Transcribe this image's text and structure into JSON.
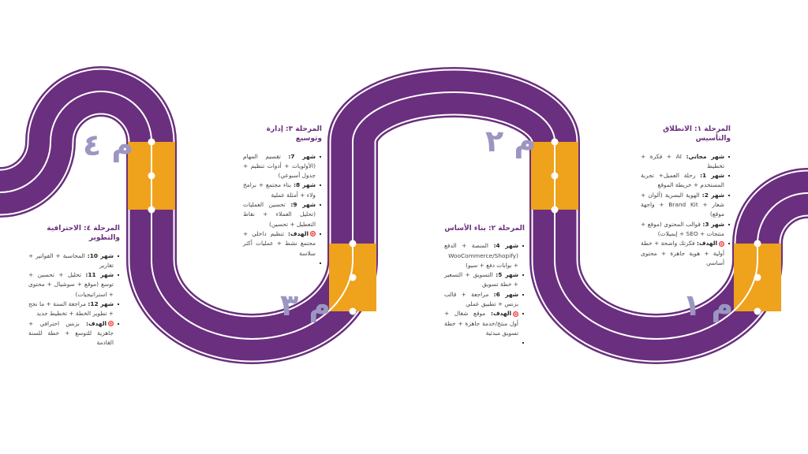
{
  "milestones": {
    "m1": "م ١",
    "m2": "م ٢",
    "m3": "م ٣",
    "m4": "م ٤"
  },
  "colors": {
    "road": "#6a2f7e",
    "highlight": "#efa21c",
    "label": "#9b96c2"
  },
  "phases": [
    {
      "title": "المرحلة ١: الانطلاق والتأسيس",
      "items": [
        {
          "bold": "شهر مجاني:",
          "text": " AI + فكرة + تخطيط"
        },
        {
          "bold": "شهر 1:",
          "text": " رحلة العميل+ تجربة المستخدم + خريطة الموقع"
        },
        {
          "bold": "شهر 2:",
          "text": " الهوية البصرية (ألوان + شعار + Brand Kit + واجهة موقع)"
        },
        {
          "bold": "شهر 3:",
          "text": " قوالب المحتوى (موقع + منتجات + SEO + إيميلات)"
        },
        {
          "bold": "الهدف:",
          "text": " فكرتك واضحة + خطة أولية + هوية جاهزة + محتوى أساسي",
          "target": true
        }
      ]
    },
    {
      "title": "المرحلة ٢: بناء الأساس",
      "items": [
        {
          "bold": "شهر 4:",
          "text": " المنصة + الدفع (WooCommerce/Shopify + بوابات دفع + سيو)"
        },
        {
          "bold": "شهر 5:",
          "text": " التسويق + التسعير + خطة تسويق"
        },
        {
          "bold": "شهر 6:",
          "text": " مراجعة + قالب بزنس + تطبيق عملي"
        },
        {
          "bold": "الهدف:",
          "text": " موقع شغال + أول منتج/خدمة جاهزة + خطة تسويق مبدئية",
          "target": true
        },
        {
          "bold": "",
          "text": ""
        }
      ]
    },
    {
      "title": "المرحلة ٣: إدارة وتوسيع",
      "items": [
        {
          "bold": "شهر 7:",
          "text": " تقسيم المهام (الأولويات + أدوات تنظيم + جدول أسبوعي)"
        },
        {
          "bold": "شهر 8:",
          "text": " بناء مجتمع + برامج ولاء + أمثلة عملية"
        },
        {
          "bold": "شهر 9:",
          "text": " تحسين العمليات (تحليل العملاء + نقاط التعطيل + تحسين)"
        },
        {
          "bold": "الهدف:",
          "text": " تنظيم داخلي + مجتمع نشط + عمليات أكثر سلاسة",
          "target": true
        },
        {
          "bold": "",
          "text": ""
        }
      ]
    },
    {
      "title": "المرحلة ٤: الاحترافية والتطوير",
      "items": [
        {
          "bold": "شهر 10:",
          "text": " المحاسبة + الفواتير + تقارير"
        },
        {
          "bold": "شهر 11:",
          "text": " تحليل + تحسين + توسع (موقع + سوشيال + محتوى + استراتيجيات)"
        },
        {
          "bold": "شهر 12:",
          "text": " مراجعة السنة + ما نجح + تطوير الخطة + تخطيط جديد"
        },
        {
          "bold": "الهدف:",
          "text": " بزنس احترافي + جاهزية للتوسع + خطة للسنة القادمة",
          "target": true
        }
      ]
    }
  ]
}
